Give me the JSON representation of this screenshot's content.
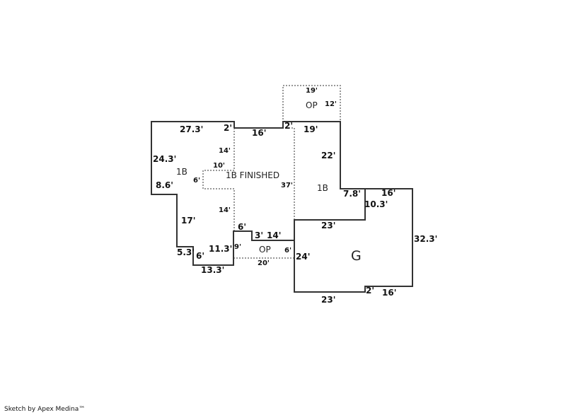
{
  "areas": {
    "op_top": "OP",
    "left_1b": "1B",
    "finished": "1B FINISHED",
    "right_1b": "1B",
    "op_bottom": "OP",
    "garage": "G"
  },
  "dims": {
    "op_top_width": "19'",
    "op_top_depth": "12'",
    "top_left": "27.3'",
    "step_left": "2'",
    "finished_top": "16'",
    "step_right": "2'",
    "right_top": "19'",
    "finished_right_upper": "14'",
    "left_side": "24.3'",
    "notch_top": "10'",
    "notch_side": "6'",
    "right_1b_side": "22'",
    "finished_depth": "37'",
    "left_lower": "8.6'",
    "right_step": "7.8'",
    "garage_top_right": "16'",
    "right_step_side": "10.3'",
    "finished_right_lower": "14'",
    "left_jog": "17'",
    "op_step_top": "6'",
    "op_step_side": "3'",
    "op_top_edge": "14'",
    "garage_top": "23'",
    "garage_right": "32.3'",
    "left_small": "5.3'",
    "left_small_side": "6'",
    "bottom_side": "11.3'",
    "op_left": "9'",
    "op_right": "6'",
    "garage_left": "24'",
    "left_bottom": "13.3'",
    "op_bottom": "20'",
    "garage_step": "2'",
    "garage_bottom_right": "16'",
    "garage_bottom": "23'"
  },
  "footer": {
    "credit": "Sketch by Apex Medina™"
  }
}
